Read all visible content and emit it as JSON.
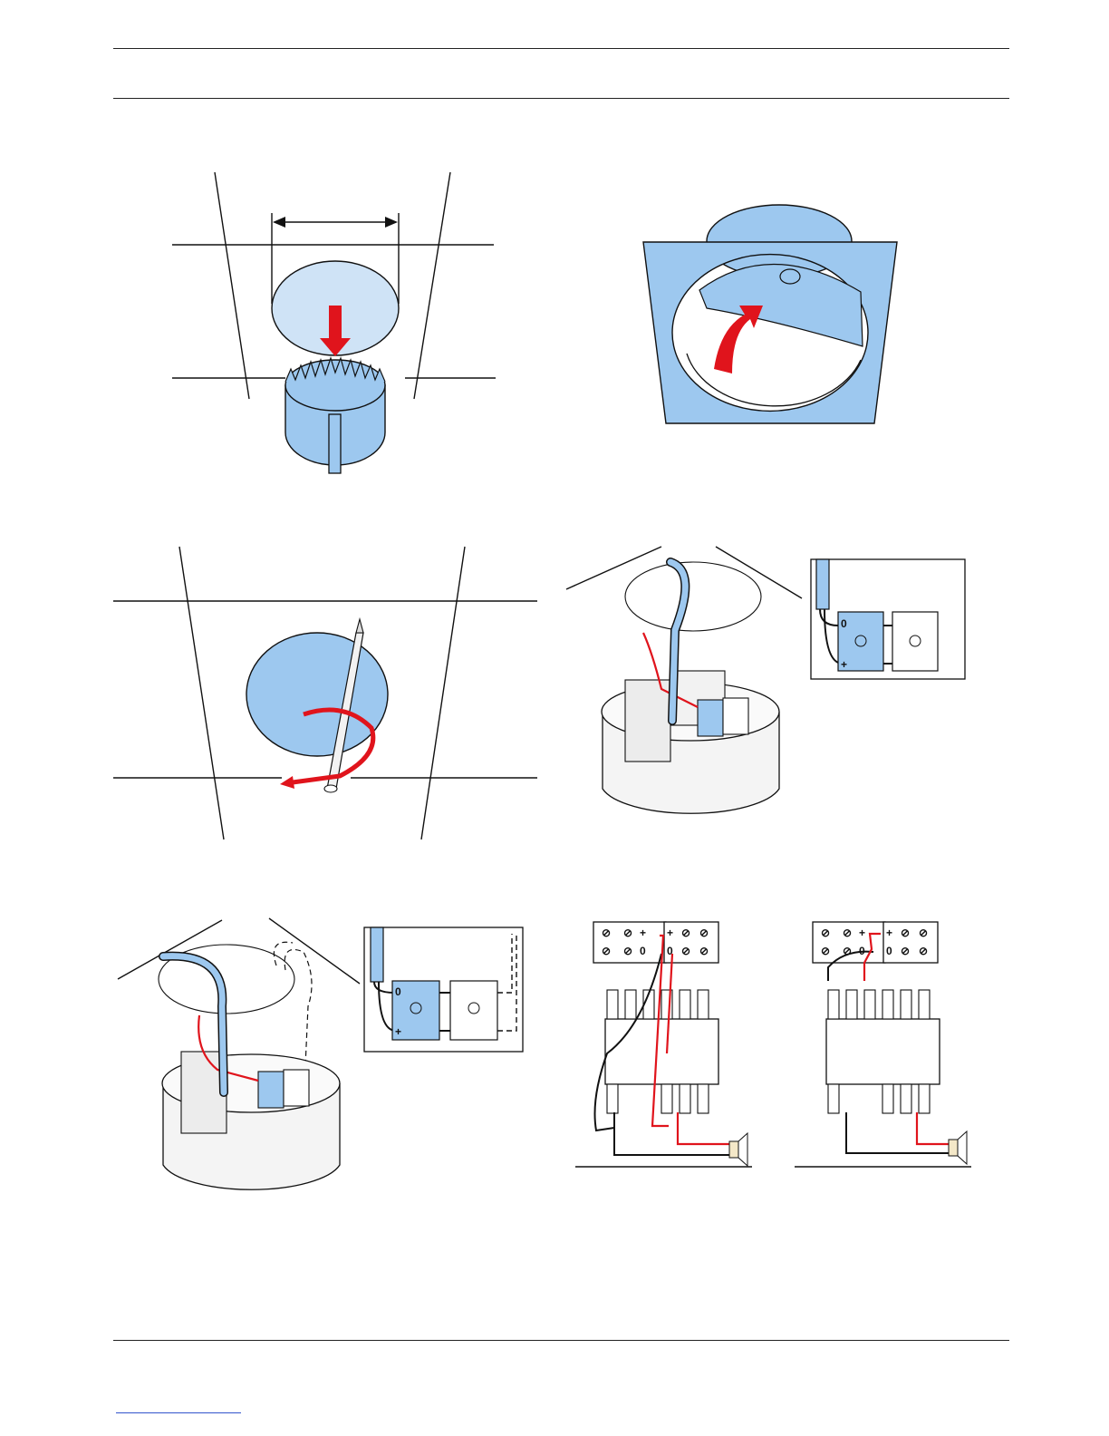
{
  "page": {
    "colors": {
      "blue_fill": "#9dc8ef",
      "light_blue_fill": "#cfe3f6",
      "arrow_red": "#e0141c",
      "line": "#111111",
      "link_underline": "#3355cc"
    }
  },
  "wiring_labels": {
    "left": {
      "block_a_row1": [
        "⊘",
        "⊘",
        "+"
      ],
      "block_a_row2": [
        "⊘",
        "⊘",
        "0"
      ],
      "block_b_row1": [
        "+",
        "⊘",
        "⊘"
      ],
      "block_b_row2": [
        "0",
        "⊘",
        "⊘"
      ]
    },
    "right": {
      "block_a_row1": [
        "⊘",
        "⊘",
        "+"
      ],
      "block_a_row2": [
        "⊘",
        "⊘",
        "0"
      ],
      "block_b_row1": [
        "+",
        "⊘",
        "⊘"
      ],
      "block_b_row2": [
        "0",
        "⊘",
        "⊘"
      ]
    }
  },
  "inset_labels": {
    "fig4": {
      "plus": "+",
      "zero": "0"
    },
    "fig5": {
      "plus": "+",
      "zero": "0"
    }
  }
}
